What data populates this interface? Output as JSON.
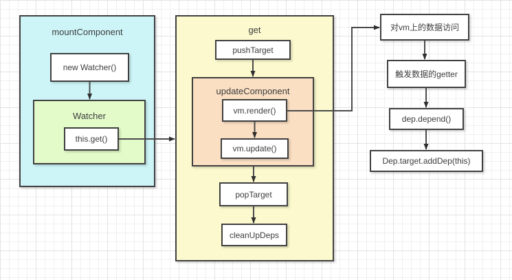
{
  "groups": {
    "mount_component": {
      "title": "mountComponent",
      "fill": "#cdf5f7"
    },
    "watcher": {
      "title": "Watcher",
      "fill": "#e2fbc9"
    },
    "get": {
      "title": "get",
      "fill": "#fbf9cd"
    },
    "update_component": {
      "title": "updateComponent",
      "fill": "#fadfc3"
    }
  },
  "nodes": {
    "new_watcher": {
      "label": "new Watcher()"
    },
    "this_get": {
      "label": "this.get()"
    },
    "push_target": {
      "label": "pushTarget"
    },
    "vm_render": {
      "label": "vm.render()"
    },
    "vm_update": {
      "label": "vm.update()"
    },
    "pop_target": {
      "label": "popTarget"
    },
    "clean_up_deps": {
      "label": "cleanUpDeps"
    },
    "data_access": {
      "label": "对vm上的数据访问"
    },
    "trigger_getter": {
      "label": "触发数据的getter"
    },
    "dep_depend": {
      "label": "dep.depend()"
    },
    "add_dep": {
      "label": "Dep.target.addDep(this)"
    }
  },
  "colors": {
    "node_fill": "#ffffff",
    "border": "#3f3f3f",
    "connector": "#4a4a4a",
    "text": "#3c3c3c",
    "grid_minor": "#f0f0f0",
    "grid_major": "#e3e3e3",
    "group_cyan": "#cdf5f7",
    "group_green": "#e2fbc9",
    "group_yellow": "#fbf9cd",
    "group_peach": "#fadfc3"
  }
}
